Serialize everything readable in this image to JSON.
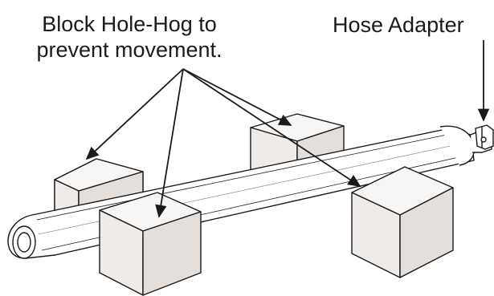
{
  "labels": {
    "block_line1": "Block Hole-Hog to",
    "block_line2": "prevent movement.",
    "hose_adapter": "Hose Adapter"
  },
  "colors": {
    "block_front": "#efebe8",
    "block_top": "#f8f6f4",
    "block_side": "#dcd6d1",
    "outline": "#1a1a1a",
    "tube": "#ffffff"
  }
}
